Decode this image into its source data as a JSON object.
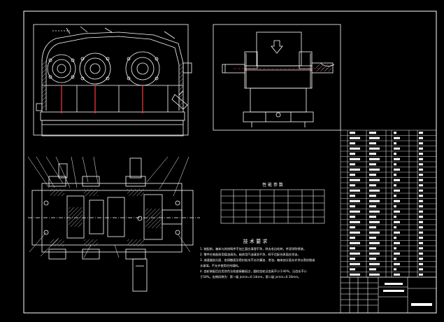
{
  "drawing": {
    "colors": {
      "background": "#000000",
      "lines": "#ffffff",
      "shafts": "#ff3b3b",
      "hatch": "#a0a0a0"
    },
    "performance_table": {
      "title": "性 能 参 数"
    },
    "tech_requirements": {
      "title": "技 术 要 求",
      "lines": [
        "1. 装配前，箱体与其他铸件不加工面应清理干净，除去毛边毛刺，并浸涂防锈漆。",
        "2. 零件在装配前用煤油清洗，轴承用汽油清洗干净，晾干后配合表面应涂油。",
        "3. 减速器剖分面、各接触面及密封处均不允许漏油、渗油，箱体剖分面允许涂以密封胶或",
        "   水玻璃，不允许使用任何填料。",
        "4. 齿轮装配后应用涂色法检查接触斑点，圆柱齿轮沿齿高不小于40%，沿齿长不小",
        "   于50%。齿侧间隙为：第一级 jnmin=0.14mm，第二级 jnmin=0.16mm。"
      ]
    }
  }
}
